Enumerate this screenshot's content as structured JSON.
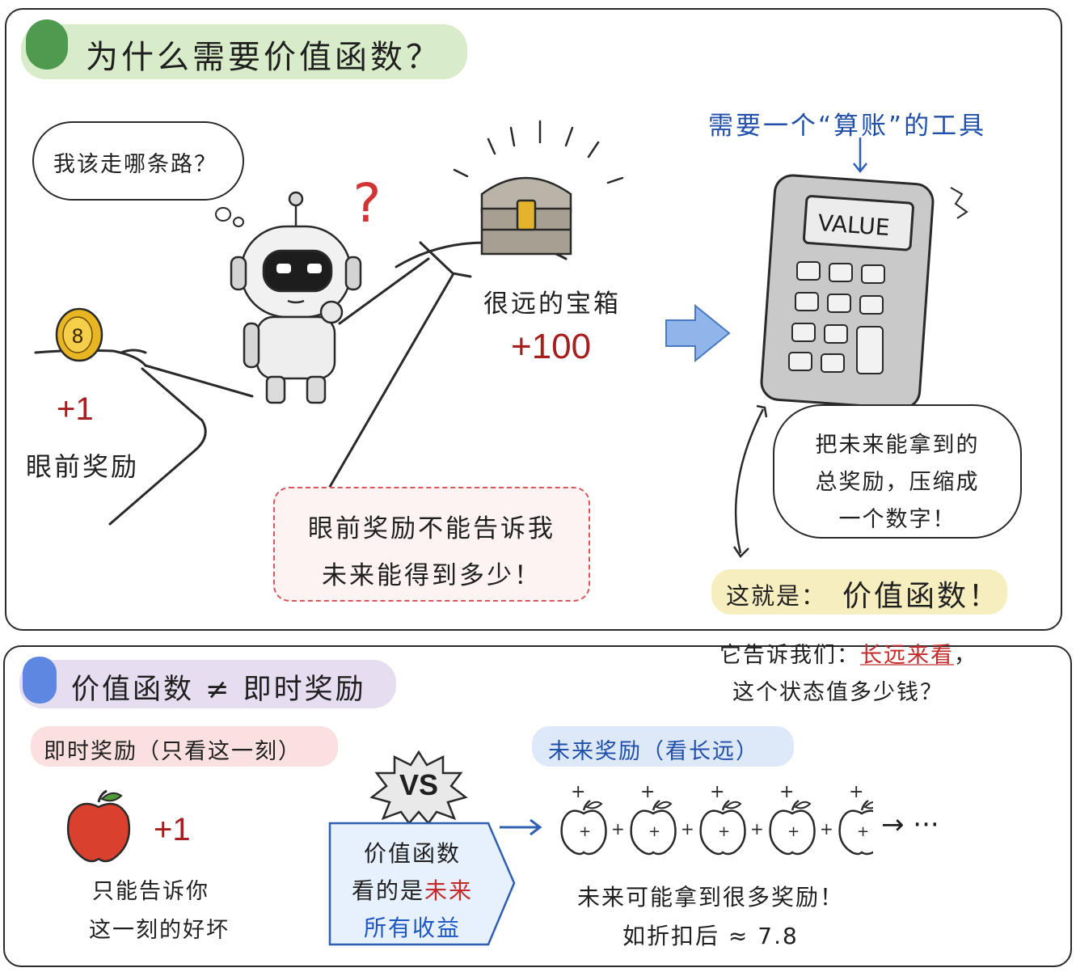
{
  "colors": {
    "title_band": "#d9ecc9",
    "subtitle_band": "#e6ddf1",
    "reward_red": "#a61e1e",
    "accent_blue": "#1f56c6",
    "dashed_border": "#d9575c"
  },
  "title": "为什么需要价值函数？",
  "thought": "我该走哪条路？",
  "near_reward": {
    "value": "+1",
    "label": "眼前奖励"
  },
  "treasure": {
    "label": "很远的宝箱",
    "value": "+100"
  },
  "dashed_note": {
    "line1": "眼前奖励不能告诉我",
    "line2": "未来能得到多少！"
  },
  "calculator": {
    "caption": "需要一个“算账”的工具",
    "screen": "VALUE",
    "speech": [
      "把未来能拿到的",
      "总奖励，压缩成",
      "一个数字！"
    ]
  },
  "conclusion": {
    "prefix": "这就是：",
    "name": "价值函数！",
    "line1_prefix": "它告诉我们：",
    "line1_highlight": "长远来看",
    "line1_suffix": "，",
    "line2": "这个状态值多少钱？"
  },
  "subtitle": "价值函数 ≠ 即时奖励",
  "immediate": {
    "header": "即时奖励（只看这一刻）",
    "value": "+1",
    "desc1": "只能告诉你",
    "desc2": "这一刻的好坏"
  },
  "vs": {
    "badge": "VS",
    "line1": "价值函数",
    "line2_prefix": "看的是",
    "line2_highlight": "未来",
    "line3": "所有收益"
  },
  "future": {
    "header": "未来奖励（看长远）",
    "apples": 5,
    "ellipsis": "→ ···",
    "desc1": "未来可能拿到很多奖励！",
    "desc2": "如折扣后 ≈ 7.8"
  },
  "icons": {
    "coin": "coin-icon",
    "robot": "robot-icon",
    "question": "question-mark-icon",
    "treasure": "treasure-chest-icon",
    "arrow": "right-arrow-icon",
    "calculator": "calculator-icon",
    "apple": "apple-icon",
    "vs_burst": "vs-burst-icon"
  }
}
